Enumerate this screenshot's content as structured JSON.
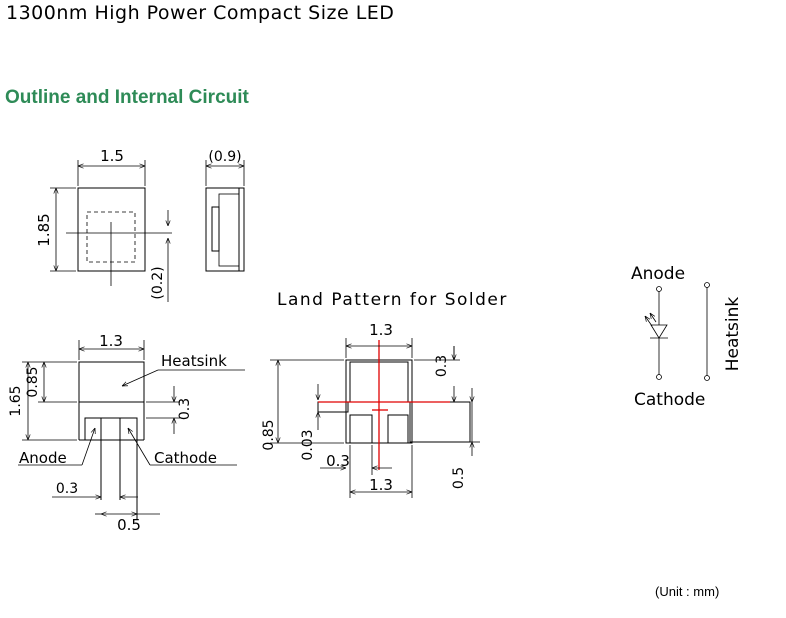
{
  "header": {
    "title": "1300nm High Power Compact Size LED"
  },
  "section": {
    "title": "Outline and Internal Circuit"
  },
  "outline": {
    "top_width": "1.5",
    "top_height": "1.85",
    "side_thickness": "(0.9)",
    "offset": "(0.2)"
  },
  "bottom_view": {
    "width": "1.3",
    "total_height": "1.65",
    "pad_height": "0.85",
    "gap": "0.3",
    "heatsink_label": "Heatsink",
    "anode_label": "Anode",
    "cathode_label": "Cathode",
    "pad_width": "0.3",
    "pad_pitch": "0.5"
  },
  "land_pattern": {
    "title": "Land Pattern for Solder",
    "top_width": "1.3",
    "top_height": "0.3",
    "total_height": "0.85",
    "gap": "0.03",
    "pad_width": "0.3",
    "bottom_width": "1.3",
    "pad_length": "0.5"
  },
  "circuit": {
    "anode_label": "Anode",
    "cathode_label": "Cathode",
    "heatsink_label": "Heatsink"
  },
  "footer": {
    "unit_note": "(Unit : mm)"
  }
}
